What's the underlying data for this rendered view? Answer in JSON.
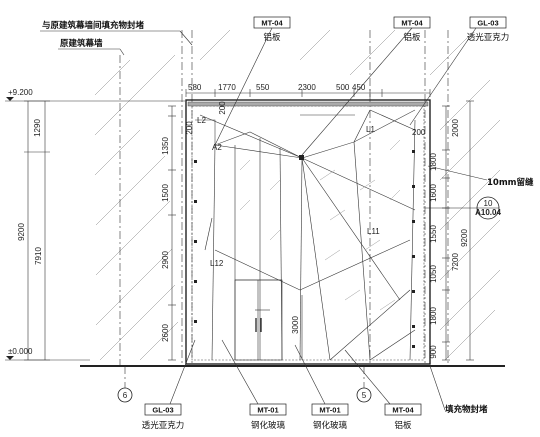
{
  "top_notes": {
    "note1": "与原建筑幕墙间填充物封堵",
    "note2": "原建筑幕墙"
  },
  "top_tags": [
    {
      "code": "MT-04",
      "material": "铝板"
    },
    {
      "code": "MT-04",
      "material": "铝板"
    },
    {
      "code": "GL-03",
      "material": "透光亚克力"
    }
  ],
  "bottom_tags": [
    {
      "code": "GL-03",
      "material": "透光亚克力"
    },
    {
      "code": "MT-01",
      "material": "钢化玻璃"
    },
    {
      "code": "MT-01",
      "material": "钢化玻璃"
    },
    {
      "code": "MT-04",
      "material": "铝板"
    }
  ],
  "bottom_right_note": "填充物封堵",
  "gap_note": "10mm留缝",
  "section_ref": {
    "number": "10",
    "sheet": "A10.04"
  },
  "levels": {
    "top": "+9.200",
    "bottom": "±0.000"
  },
  "axes": {
    "left": "6",
    "right": "5"
  },
  "top_dims": [
    "580",
    "1770",
    "2300",
    "550",
    "500",
    "450",
    "200"
  ],
  "left_dims_outer": [
    "1290",
    "9200",
    "7910"
  ],
  "left_dims_inner": [
    "200",
    "1350",
    "1500",
    "2900",
    "2600"
  ],
  "right_dims_inner": [
    "2000",
    "1800",
    "1600",
    "1550",
    "1050",
    "1800",
    "900"
  ],
  "right_dims_outer": [
    "9200",
    "7200"
  ],
  "right_small_dim": "200",
  "center_dim": "3000",
  "edge_labels": {
    "l2": "L2",
    "a2": "A2",
    "l12": "L12",
    "l11": "L11",
    "l1": "L1"
  }
}
